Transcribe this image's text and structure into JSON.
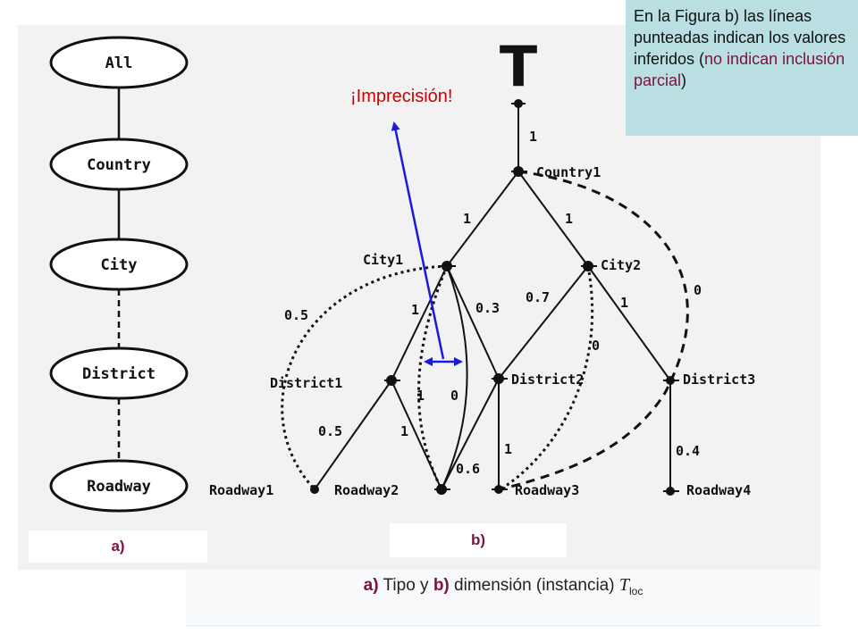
{
  "schema": {
    "levels": [
      "All",
      "Country",
      "City",
      "District",
      "Roadway"
    ],
    "label": "a)"
  },
  "instance": {
    "top_symbol": "T",
    "nodes": {
      "country1": "Country1",
      "city1": "City1",
      "city2": "City2",
      "district1": "District1",
      "district2": "District2",
      "district3": "District3",
      "roadway1": "Roadway1",
      "roadway2": "Roadway2",
      "roadway3": "Roadway3",
      "roadway4": "Roadway4"
    },
    "weights": {
      "top_country1": "1",
      "country1_city1": "1",
      "country1_city2": "1",
      "country1_roadway3": "0",
      "city1_roadway1": "0.5",
      "city1_district1": "1",
      "city1_district2": "0.3",
      "city1_roadway2_a": "1",
      "city1_roadway2_b": "0",
      "city2_district2": "0.7",
      "city2_district3": "1",
      "city2_roadway3": "0",
      "district1_roadway1": "0.5",
      "district1_roadway2": "1",
      "district2_roadway2": "0.6",
      "district2_roadway3": "1",
      "district3_roadway4": "0.4"
    },
    "label": "b)"
  },
  "annotation": {
    "imprecision": "¡Imprecisión!",
    "arrow_color": "#1a1adc"
  },
  "note": {
    "part1": "En la Figura b) las líneas punteadas indican los valores inferidos (",
    "emphasis": "no indican inclusión parcial",
    "part2": ")",
    "background": "#b9dfe3"
  },
  "caption": {
    "a_label": "a)",
    "text1": " Tipo y ",
    "b_label": "b)",
    "text2": " dimensión (instancia) ",
    "symbol": "T",
    "subscript": "loc"
  },
  "colors": {
    "accent": "#7b1240",
    "arrow": "#1a1adc",
    "imprecision_text": "#cc0000"
  }
}
